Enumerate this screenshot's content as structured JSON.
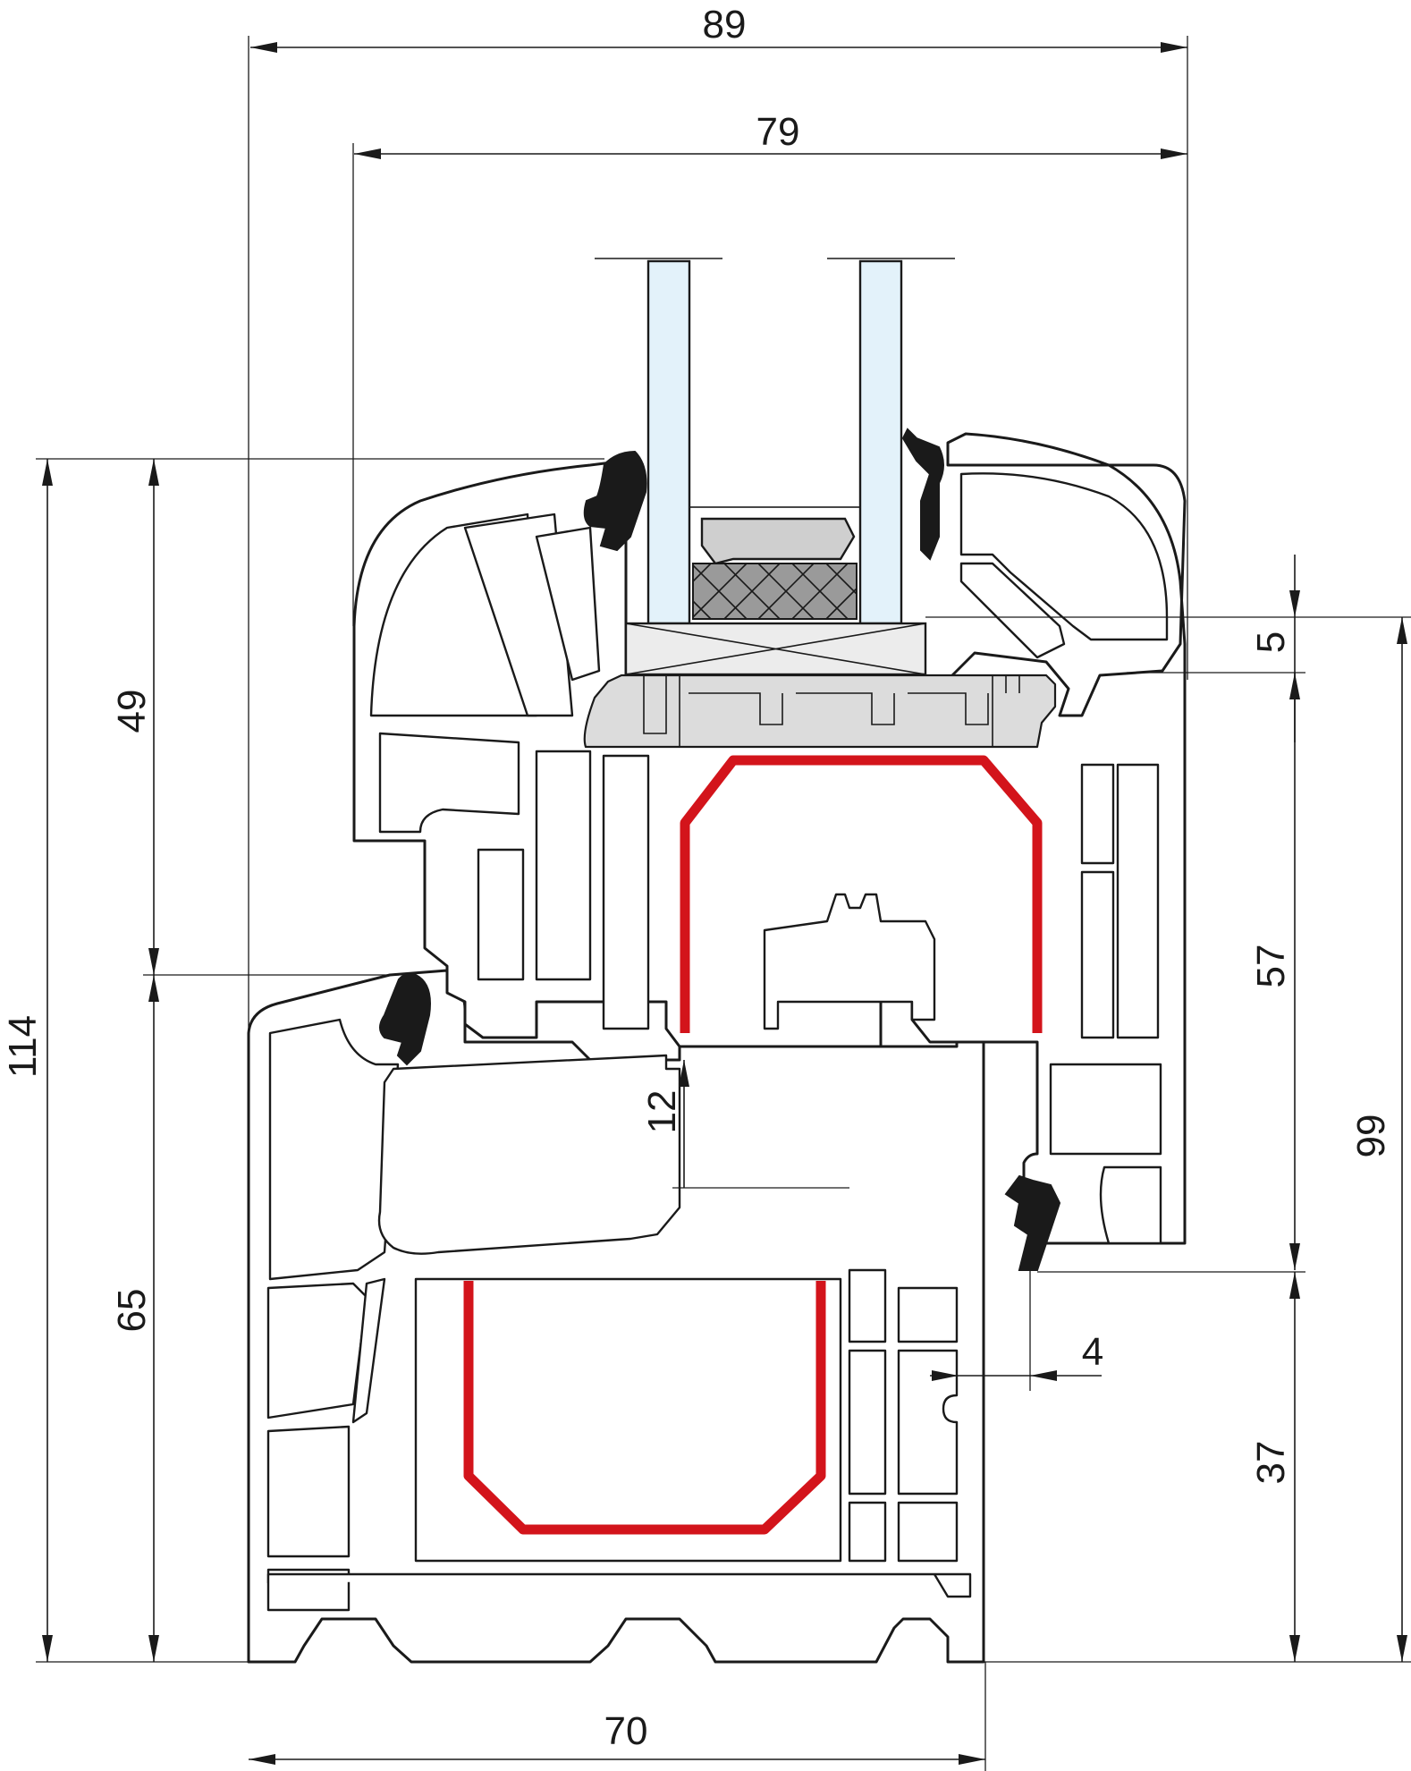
{
  "figure": {
    "dimensions": [
      {
        "id": "overall-width-top",
        "value": "89"
      },
      {
        "id": "sash-width",
        "value": "79"
      },
      {
        "id": "overall-height",
        "value": "114"
      },
      {
        "id": "sash-height-left",
        "value": "49"
      },
      {
        "id": "frame-height-left",
        "value": "65"
      },
      {
        "id": "glazing-rebate",
        "value": "5"
      },
      {
        "id": "sash-height-right",
        "value": "57"
      },
      {
        "id": "overall-height-right",
        "value": "99"
      },
      {
        "id": "frame-base",
        "value": "37"
      },
      {
        "id": "gap",
        "value": "12"
      },
      {
        "id": "overlap",
        "value": "4"
      },
      {
        "id": "frame-width-bottom",
        "value": "70"
      }
    ]
  },
  "colors": {
    "steel_reinforcement": "#d3141b",
    "glass": "#e3f2fa",
    "gasket": "#1a1a1a",
    "outline": "#1a1a1a",
    "glazing_bead": "#dcdcdc",
    "setting_block": "#ececec"
  }
}
